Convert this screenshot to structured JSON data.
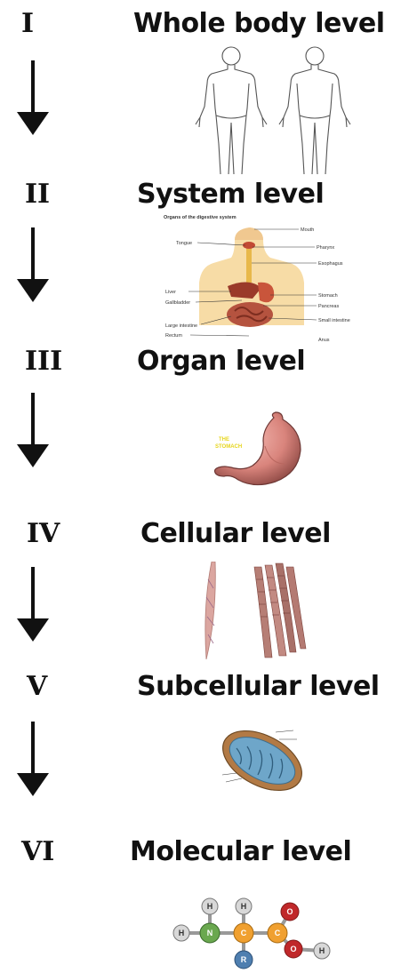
{
  "levels": [
    {
      "numeral": "I",
      "title": "Whole body level",
      "icon": "human-body-outline-icon"
    },
    {
      "numeral": "II",
      "title": "System level",
      "icon": "digestive-system-diagram-icon"
    },
    {
      "numeral": "III",
      "title": "Organ level",
      "icon": "stomach-icon"
    },
    {
      "numeral": "IV",
      "title": "Cellular level",
      "icon": "muscle-cells-icon"
    },
    {
      "numeral": "V",
      "title": "Subcellular level",
      "icon": "mitochondrion-icon"
    },
    {
      "numeral": "VI",
      "title": "Molecular level",
      "icon": "amino-acid-molecule-icon"
    }
  ],
  "system_diagram": {
    "heading": "Organs of the digestive system",
    "labels_left": [
      "Tongue",
      "Liver",
      "Gallbladder",
      "Large intestine",
      "Rectum"
    ],
    "labels_right": [
      "Mouth",
      "Pharynx",
      "Esophagus",
      "Stomach",
      "Pancreas",
      "Small intestine",
      "Anus"
    ]
  },
  "organ_label": [
    "THE",
    "STOMACH"
  ],
  "molecule_atoms": [
    "H",
    "H",
    "H",
    "N",
    "C",
    "C",
    "O",
    "O",
    "H",
    "R"
  ]
}
